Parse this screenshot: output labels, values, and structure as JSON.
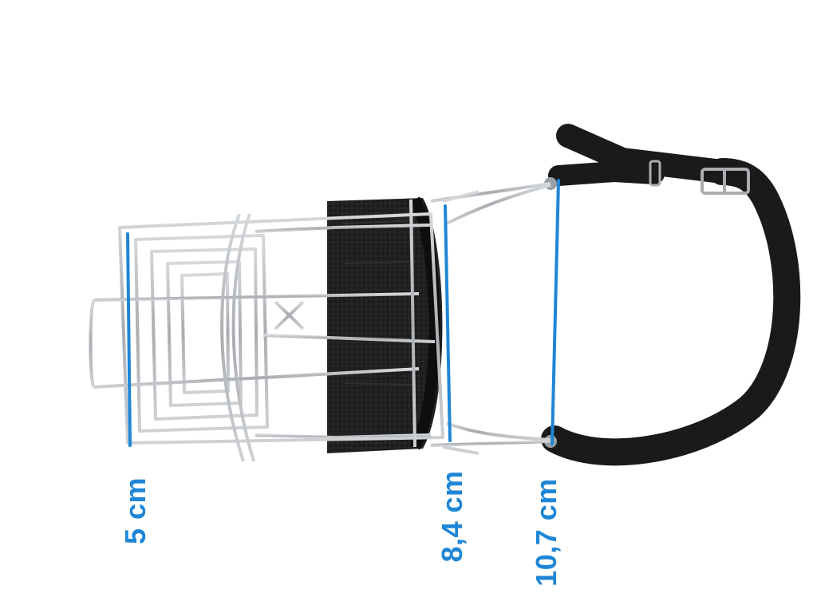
{
  "image": {
    "subject": "wire-basket-dog-muzzle",
    "background_color": "#ffffff",
    "accent_color": "#1f86d6",
    "wire_color": "#b8bcc0",
    "strap_color": "#1a1a1a"
  },
  "measurements": [
    {
      "id": "front",
      "label": "5 cm"
    },
    {
      "id": "middle",
      "label": "8,4 cm"
    },
    {
      "id": "back",
      "label": "10,7 cm"
    }
  ]
}
